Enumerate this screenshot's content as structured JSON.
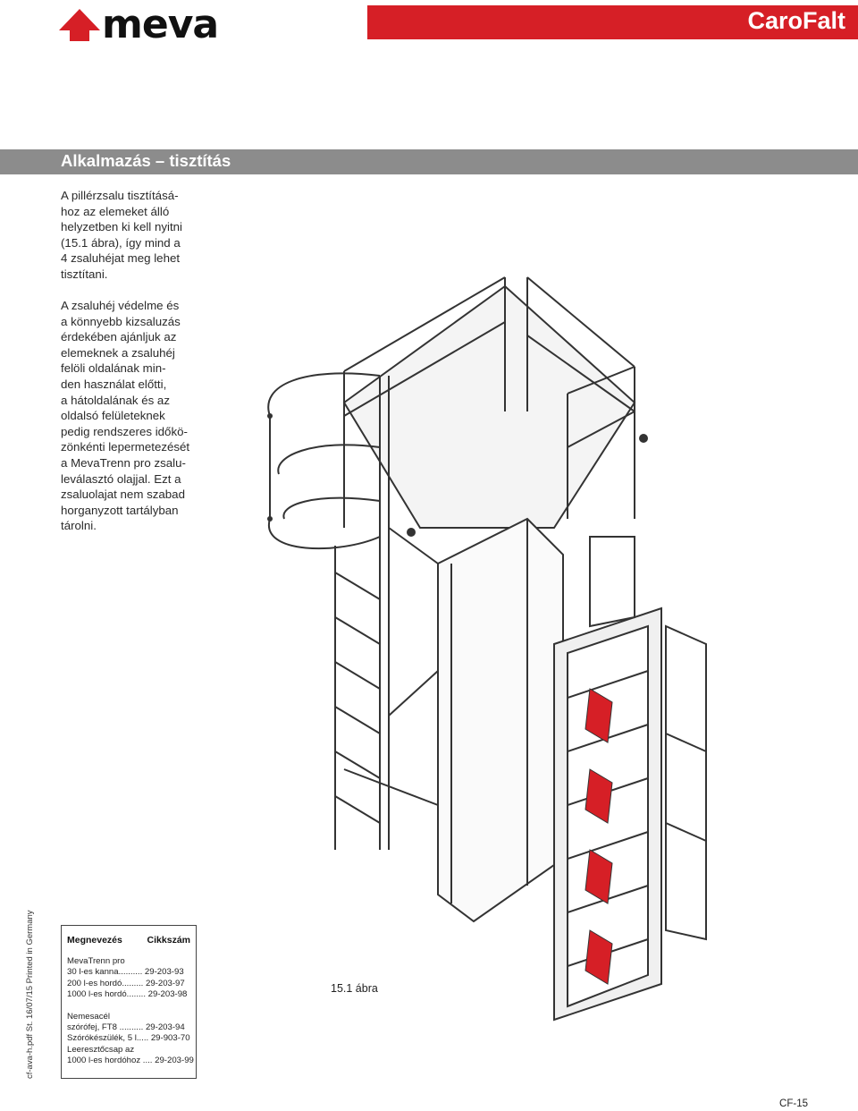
{
  "header": {
    "logo_text": "meva",
    "brand_name": "CaroFalt",
    "colors": {
      "brand_red": "#d61f26",
      "section_gray": "#8c8c8c"
    }
  },
  "section": {
    "title": "Alkalmazás – tisztítás"
  },
  "text": {
    "p1": "A pillérzsalu tisztításá-\nhoz az elemeket álló\nhelyzetben ki kell nyitni\n(15.1 ábra), így mind a\n4 zsaluhéjat meg lehet\ntisztítani.",
    "p2": "A zsaluhéj védelme és\na könnyebb kizsaluzás\nérdekében ajánljuk az\nelemeknek a zsaluhéj\nfelöli oldalának min-\nden használat előtti,\na hátoldalának és az\noldalsó felületeknek\npedig rendszeres időkö-\nzönkénti lepermetezését\na MevaTrenn pro zsalu-\nleválasztó olajjal. Ezt a\nzsaluolajat nem szabad\nhorganyzott tartályban\ntárolni."
  },
  "figure": {
    "caption": "15.1 ábra"
  },
  "parts": {
    "col_name": "Megnevezés",
    "col_code": "Cikkszám",
    "rows": [
      "MevaTrenn pro",
      "30 l-es kanna.......... 29-203-93",
      "200 l-es hordó......... 29-203-97",
      "1000 l-es hordó........ 29-203-98",
      "",
      "Nemesacél",
      "szórófej, FT8 .......... 29-203-94",
      "Szórókészülék, 5 l..... 29-903-70",
      "Leeresztőcsap az",
      "1000 l-es hordóhoz .... 29-203-99"
    ]
  },
  "footer": {
    "side_note": "cf-ava-h.pdf St. 16/07/15 Printed in Germany",
    "page_number": "CF-15"
  },
  "icons": [
    "meva-logo-icon",
    "scaffold-illustration"
  ]
}
